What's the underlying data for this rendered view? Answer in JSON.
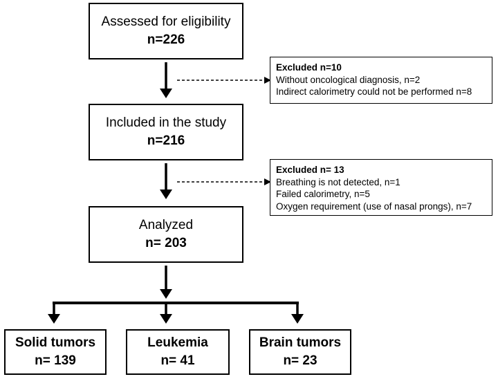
{
  "boxes": {
    "assessed": {
      "line1": "Assessed for eligibility",
      "line2": "n=226"
    },
    "included": {
      "line1": "Included in the study",
      "line2": "n=216"
    },
    "analyzed": {
      "line1": "Analyzed",
      "line2": "n= 203"
    },
    "solid": {
      "line1": "Solid tumors",
      "line2": "n= 139"
    },
    "leukemia": {
      "line1": "Leukemia",
      "line2": "n= 41"
    },
    "brain": {
      "line1": "Brain tumors",
      "line2": "n= 23"
    }
  },
  "excluded1": {
    "title": "Excluded n=10",
    "items": [
      "Without oncological diagnosis, n=2",
      "Indirect calorimetry could not be performed n=8"
    ]
  },
  "excluded2": {
    "title": "Excluded n= 13",
    "items": [
      "Breathing is not detected, n=1",
      "Failed calorimetry, n=5",
      "Oxygen requirement (use of nasal prongs), n=7"
    ]
  }
}
